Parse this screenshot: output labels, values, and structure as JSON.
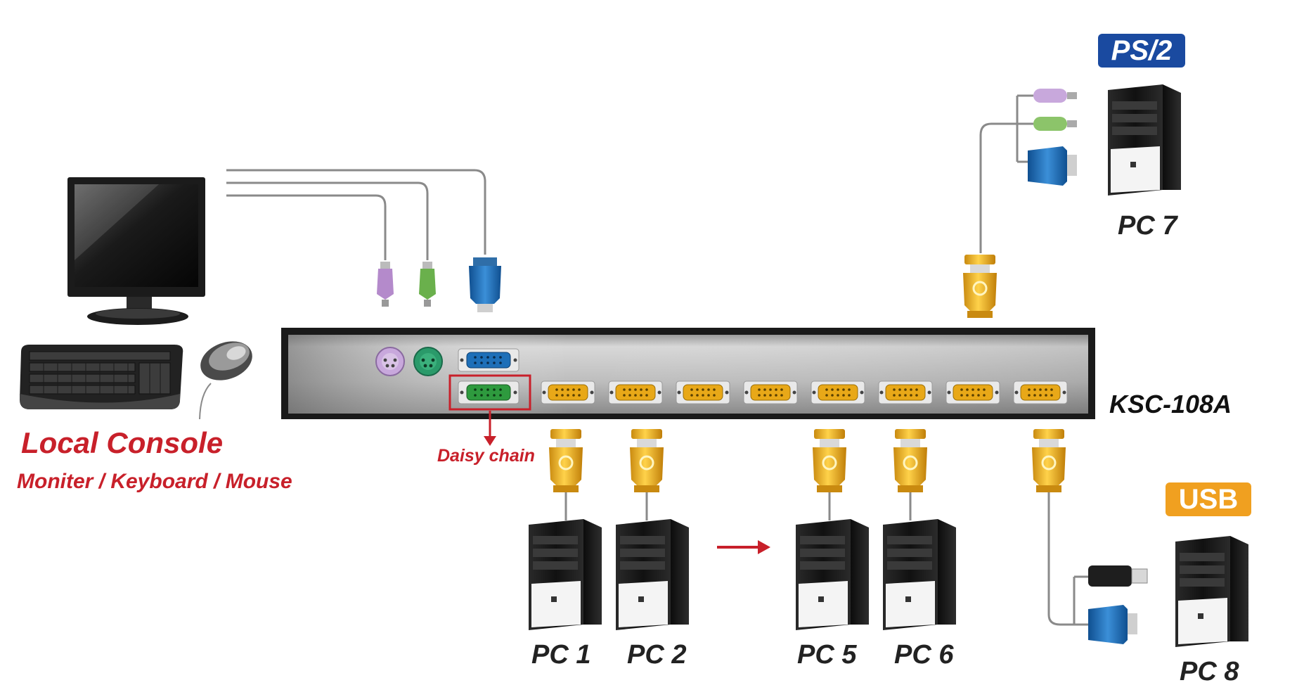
{
  "console": {
    "title": "Local Console",
    "subtitle": "Moniter / Keyboard / Mouse"
  },
  "switch": {
    "model": "KSC-108A"
  },
  "daisy_chain": {
    "label": "Daisy chain"
  },
  "badges": {
    "ps2": "PS/2",
    "usb": "USB"
  },
  "pcs": {
    "pc1": "PC 1",
    "pc2": "PC 2",
    "pc5": "PC 5",
    "pc6": "PC 6",
    "pc7": "PC 7",
    "pc8": "PC 8"
  },
  "colors": {
    "accent_red": "#c8202a",
    "ps2_badge": "#1a4aa0",
    "usb_badge": "#f0a020",
    "vga_port_gold": "#e8a818",
    "vga_blue": "#1e6fb8",
    "ps2_purple": "#b48acb",
    "ps2_green": "#6ab04c",
    "daisy_port_green": "#2e9a3e"
  },
  "icons": [
    "monitor-icon",
    "keyboard-icon",
    "mouse-icon",
    "pc-tower-icon",
    "vga-connector-icon",
    "ps2-connector-icon",
    "usb-connector-icon",
    "arrow-right-icon",
    "arrow-down-icon"
  ]
}
